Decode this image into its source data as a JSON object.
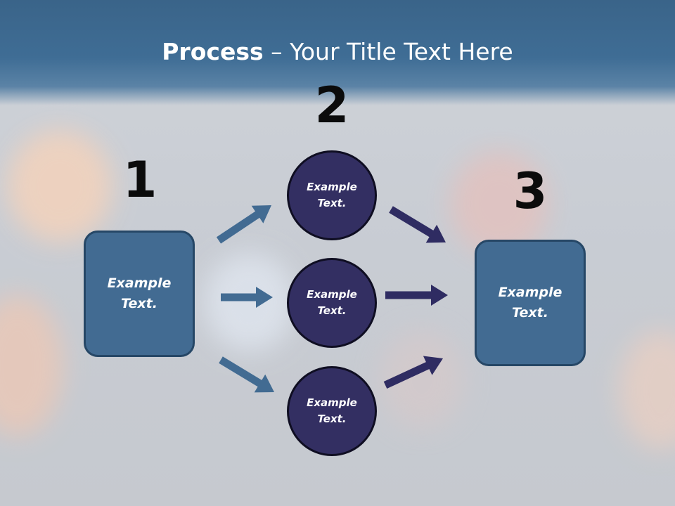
{
  "title": {
    "bold": "Process",
    "rest": " – Your Title Text Here"
  },
  "steps": {
    "one": "1",
    "two": "2",
    "three": "3"
  },
  "left_box": {
    "text": "Example\nText."
  },
  "right_box": {
    "text": "Example\nText."
  },
  "circles": [
    {
      "text": "Example\nText."
    },
    {
      "text": "Example\nText."
    },
    {
      "text": "Example\nText."
    }
  ],
  "colors": {
    "box_fill": "#426b92",
    "circle_fill": "#332f62",
    "arrow_left": "#426b92",
    "arrow_right": "#2f2c62",
    "header": "#3f6d95"
  }
}
